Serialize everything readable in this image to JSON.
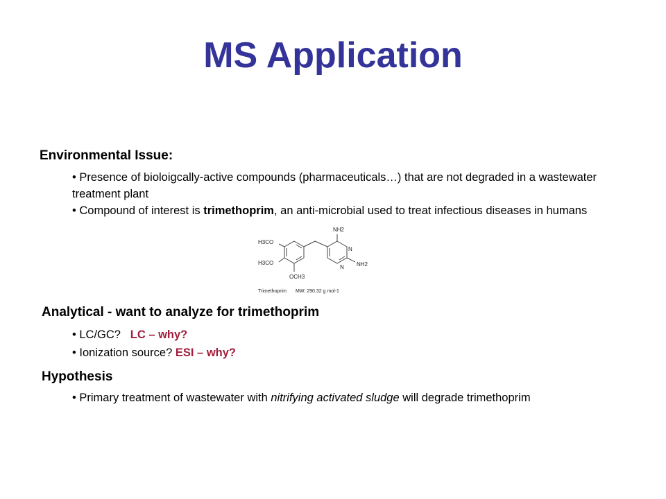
{
  "slide": {
    "title": "MS Application",
    "environmental": {
      "heading": "Environmental Issue:",
      "bullet1": "• Presence of bioloigcally-active compounds (pharmaceuticals…) that are not degraded in a wastewater treatment plant",
      "bullet2_pre": "• Compound of interest is ",
      "bullet2_bold": "trimethoprim",
      "bullet2_post": ", an anti-microbial used to treat infectious diseases in humans"
    },
    "structure": {
      "label_h3co_top": "H3CO",
      "label_h3co_bottom": "H3CO",
      "label_och3": "OCH3",
      "label_nh2_top": "NH2",
      "label_nh2_right": "NH2",
      "label_n1": "N",
      "label_n2": "N",
      "caption_name": "Trimethoprim",
      "caption_mw": "MW: 290.32 g mol-1"
    },
    "analytical": {
      "heading": "Analytical - want to analyze for trimethoprim",
      "q1": "• LC/GC? ",
      "a1": "LC – why?",
      "q2": "• Ionization source? ",
      "a2": "ESI – why?"
    },
    "hypothesis": {
      "heading": "Hypothesis",
      "bullet_pre": "• Primary treatment of wastewater with ",
      "bullet_italic": "nitrifying activated sludge",
      "bullet_post": " will degrade trimethoprim"
    }
  }
}
